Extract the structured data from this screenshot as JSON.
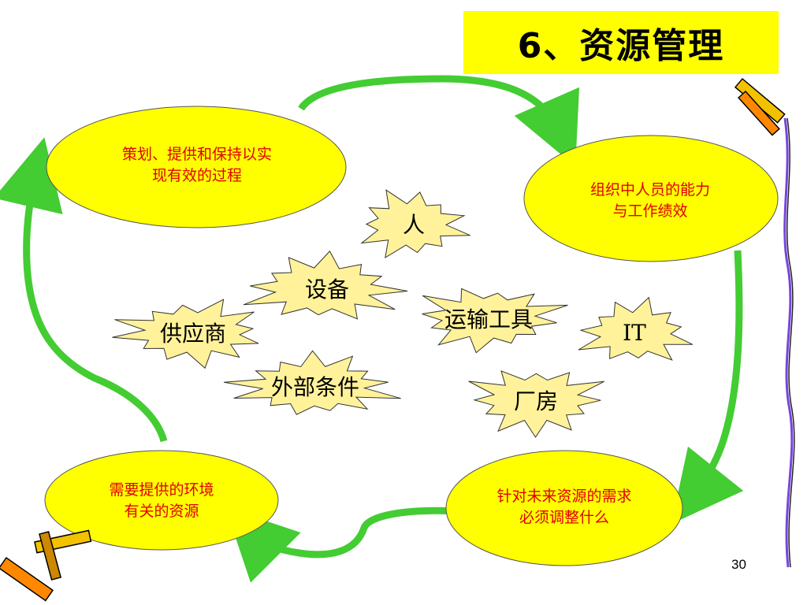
{
  "title": "6、资源管理",
  "ovals": {
    "plan": {
      "line1": "策划、提供和保持以实",
      "line2": "现有效的过程"
    },
    "competence": {
      "line1": "组织中人员的能力",
      "line2": "与工作绩效"
    },
    "environment": {
      "line1": "需要提供的环境",
      "line2": "有关的资源"
    },
    "future": {
      "line1": "针对未来资源的需求",
      "line2": "必须调整什么"
    }
  },
  "resources": {
    "people": "人",
    "equipment": "设备",
    "supplier": "供应商",
    "transport": "运输工具",
    "it": "IT",
    "external": "外部条件",
    "plant": "厂房"
  },
  "page_number": "30",
  "colors": {
    "title_bg": "#ffff00",
    "oval_fill": "#ffff00",
    "oval_text": "#e00000",
    "star_fill": "#fff29a",
    "arrow": "#44cc33",
    "right_border": "#7744dd"
  },
  "icons": [
    "pencils-icon-top-right",
    "pencils-icon-bottom-left"
  ]
}
